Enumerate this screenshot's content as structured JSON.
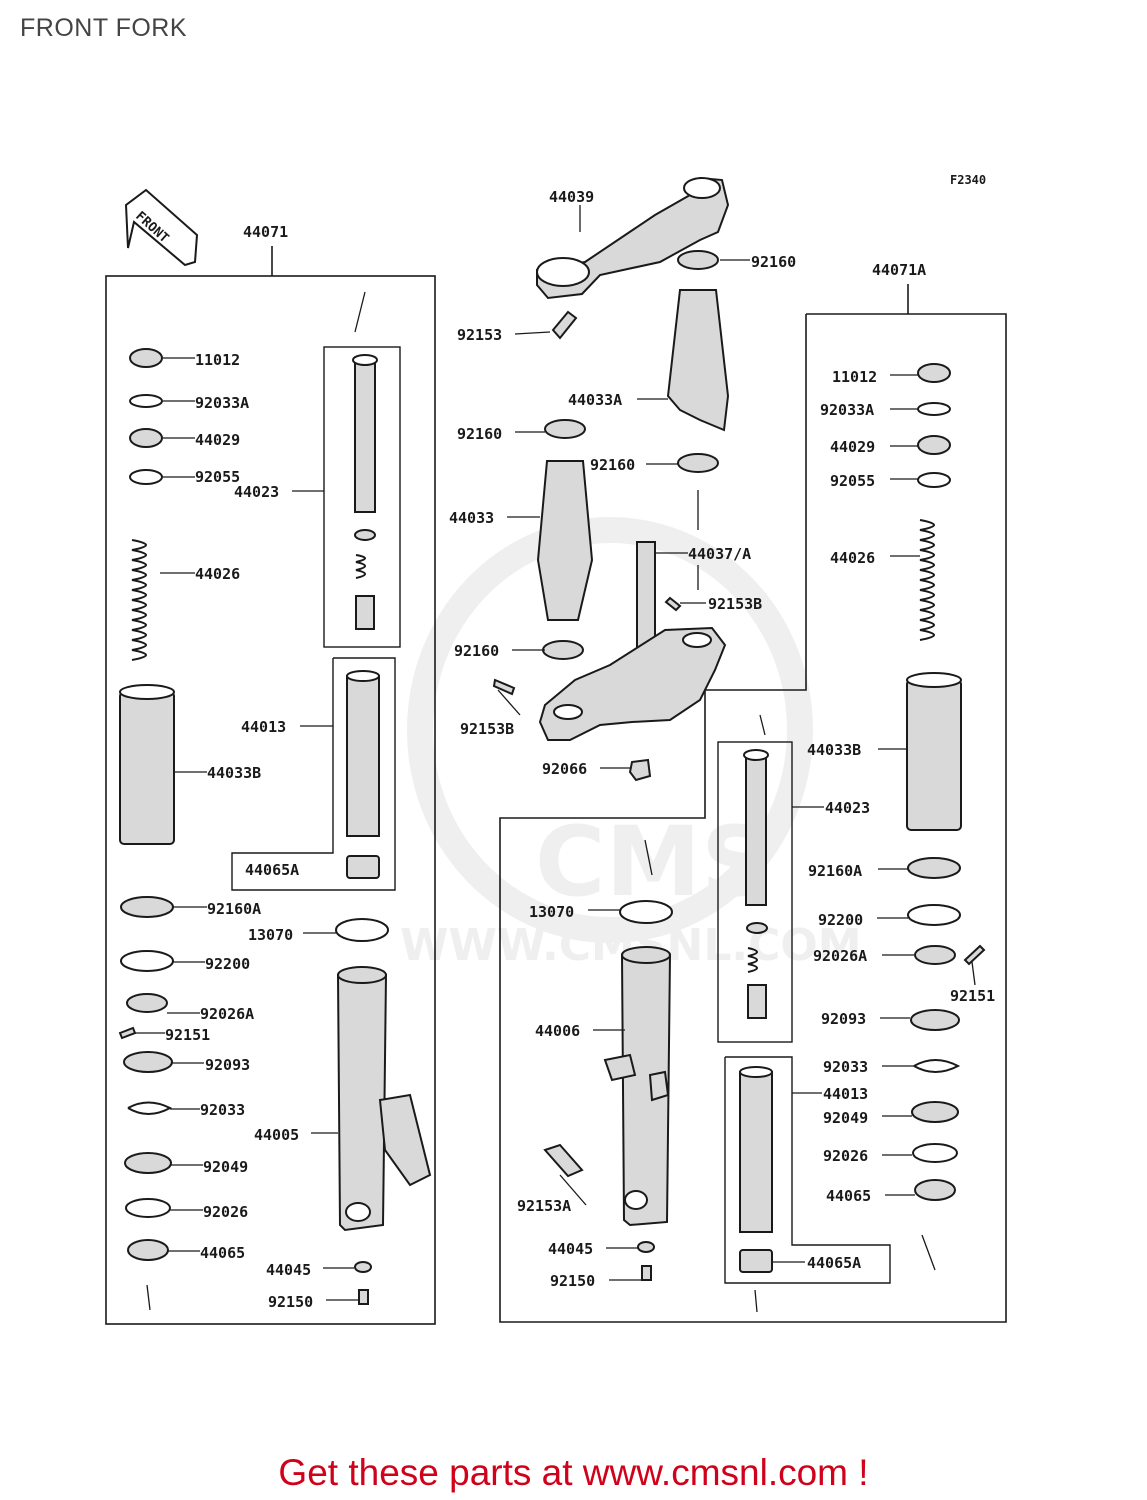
{
  "page": {
    "title": "FRONT FORK",
    "figure_code": "F2340",
    "front_marker": "FRONT"
  },
  "groups": [
    {
      "label": "44071"
    },
    {
      "label": "44071A"
    }
  ],
  "parts": [
    {
      "num": "44039"
    },
    {
      "num": "92160"
    },
    {
      "num": "92153"
    },
    {
      "num": "44033A"
    },
    {
      "num": "92160"
    },
    {
      "num": "92160"
    },
    {
      "num": "44033"
    },
    {
      "num": "44037/A"
    },
    {
      "num": "92153B"
    },
    {
      "num": "92160"
    },
    {
      "num": "92153B"
    },
    {
      "num": "92066"
    },
    {
      "num": "11012"
    },
    {
      "num": "92033A"
    },
    {
      "num": "44029"
    },
    {
      "num": "92055"
    },
    {
      "num": "44023"
    },
    {
      "num": "44026"
    },
    {
      "num": "44013"
    },
    {
      "num": "44033B"
    },
    {
      "num": "44065A"
    },
    {
      "num": "92160A"
    },
    {
      "num": "13070"
    },
    {
      "num": "92200"
    },
    {
      "num": "92026A"
    },
    {
      "num": "92151"
    },
    {
      "num": "92093"
    },
    {
      "num": "92033"
    },
    {
      "num": "44005"
    },
    {
      "num": "92049"
    },
    {
      "num": "92026"
    },
    {
      "num": "44065"
    },
    {
      "num": "44045"
    },
    {
      "num": "92150"
    },
    {
      "num": "11012"
    },
    {
      "num": "92033A"
    },
    {
      "num": "44029"
    },
    {
      "num": "92055"
    },
    {
      "num": "44026"
    },
    {
      "num": "44033B"
    },
    {
      "num": "44023"
    },
    {
      "num": "92160A"
    },
    {
      "num": "92200"
    },
    {
      "num": "92026A"
    },
    {
      "num": "92151"
    },
    {
      "num": "92093"
    },
    {
      "num": "92033"
    },
    {
      "num": "44013"
    },
    {
      "num": "92049"
    },
    {
      "num": "92026"
    },
    {
      "num": "44065"
    },
    {
      "num": "44065A"
    },
    {
      "num": "13070"
    },
    {
      "num": "44006"
    },
    {
      "num": "92153A"
    },
    {
      "num": "44045"
    },
    {
      "num": "92150"
    }
  ],
  "watermark": {
    "brand": "CMS",
    "url": "WWW.CMSNL.COM"
  },
  "footer": {
    "promo": "Get these parts at www.cmsnl.com !"
  },
  "colors": {
    "line": "#1a1a1a",
    "part_fill": "#d9d9d9",
    "footer_text": "#d0021b",
    "watermark": "#e2e2e2"
  }
}
